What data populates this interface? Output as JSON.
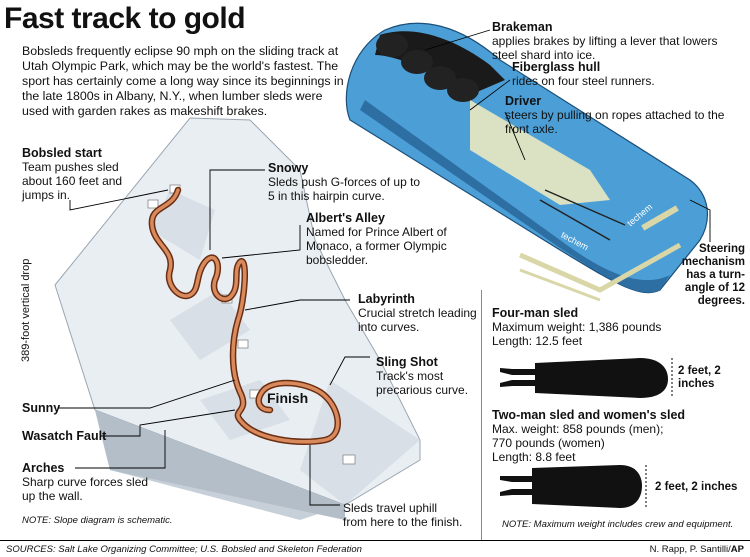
{
  "title": "Fast track to gold",
  "intro": "Bobsleds frequently eclipse 90 mph on the sliding track at Utah Olympic Park, which may be the world's fastest. The sport has certainly come a long way since its beginnings in the late 1800s in Albany, N.Y., when lumber sleds were used with garden rakes as makeshift brakes.",
  "track": {
    "vertical_drop": "389-foot vertical drop",
    "start": {
      "title": "Bobsled start",
      "text": "Team pushes sled about 160 feet and jumps in."
    },
    "snowy": {
      "title": "Snowy",
      "text": "Sleds push G-forces of up to 5 in this hairpin curve."
    },
    "alberts": {
      "title": "Albert's Alley",
      "text": "Named for Prince Albert of Monaco, a former Olympic bobsledder."
    },
    "labyrinth": {
      "title": "Labyrinth",
      "text": "Crucial stretch leading into curves."
    },
    "sling": {
      "title": "Sling Shot",
      "text": "Track's most precarious curve."
    },
    "sunny": "Sunny",
    "wasatch": "Wasatch Fault",
    "finish": "Finish",
    "arches": {
      "title": "Arches",
      "text": "Sharp curve forces sled up the wall."
    },
    "uphill": "Sleds travel uphill from here to the finish.",
    "note": "NOTE: Slope diagram is schematic."
  },
  "sled": {
    "brakeman": {
      "title": "Brakeman",
      "text": "applies brakes by lifting a lever that lowers steel shard into ice."
    },
    "hull": {
      "title": "Fiberglass hull",
      "text": "rides on four steel runners."
    },
    "driver": {
      "title": "Driver",
      "text": "steers by pulling on ropes attached to the front axle."
    },
    "steering": "Steering mechanism has a turn-angle of 12 degrees.",
    "brand_left": "techem",
    "brand_right": "techem"
  },
  "four_man": {
    "title": "Four-man sled",
    "max": "Maximum weight: 1,386 pounds",
    "length": "Length: 12.5 feet",
    "width": "2 feet, 2 inches"
  },
  "two_man": {
    "title": "Two-man sled and women's sled",
    "max1": "Max. weight: 858 pounds (men);",
    "max2": "770 pounds (women)",
    "length": "Length: 8.8 feet",
    "width": "2 feet, 2 inches"
  },
  "weight_note": "NOTE: Maximum weight includes crew and equipment.",
  "sources": "SOURCES: Salt Lake Organizing Committee; U.S. Bobsled and Skeleton Federation",
  "credit_names": "N. Rapp, P. Santilli/",
  "credit_ap": "AP",
  "colors": {
    "track": "#c96a3c",
    "sled_blue": "#4b9fd6",
    "hill": "#e9eef3",
    "hill_shadow": "#c7d0d9"
  }
}
